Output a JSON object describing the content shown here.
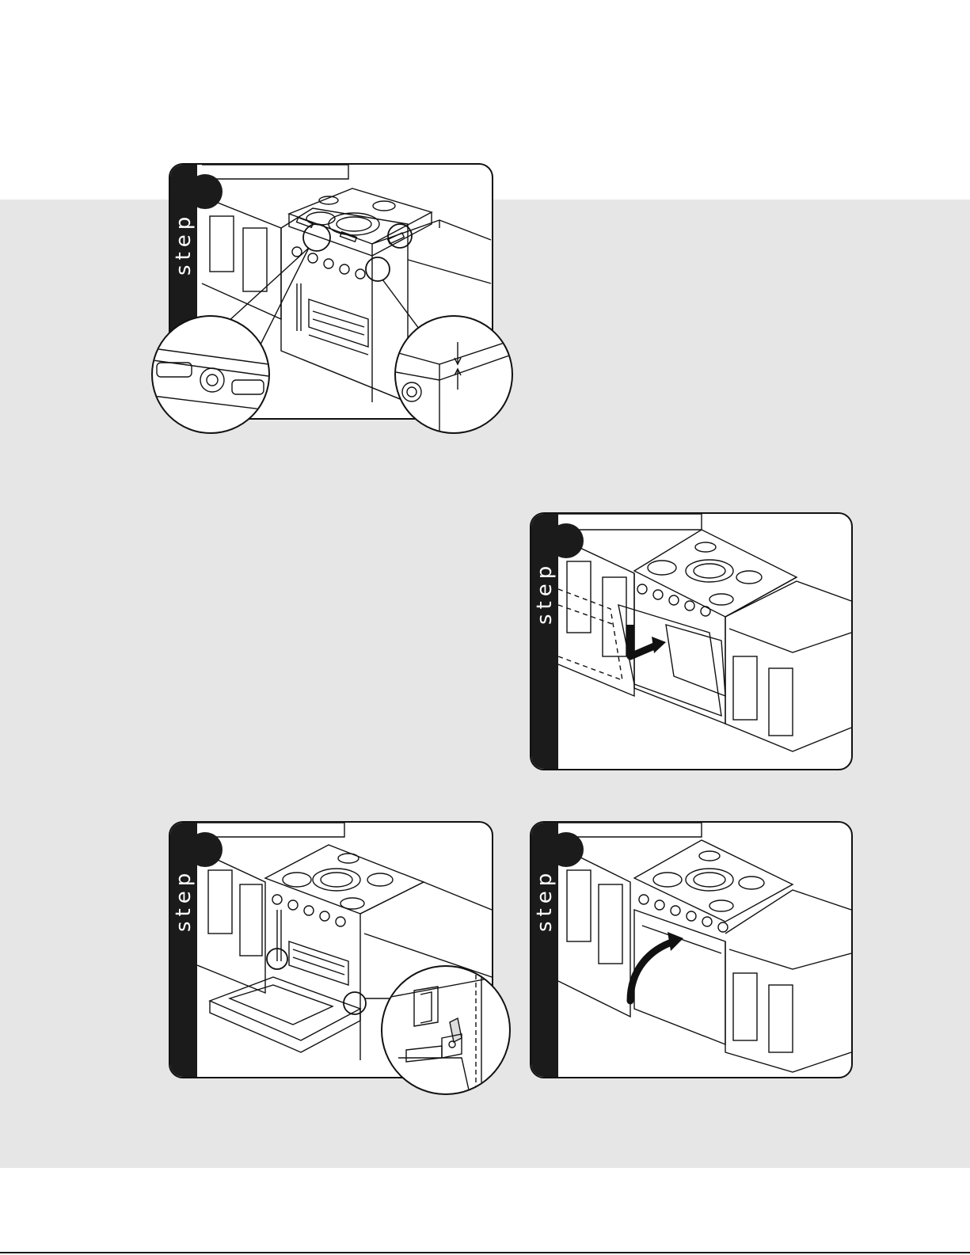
{
  "panels": [
    {
      "label": "step"
    },
    {
      "label": "step"
    },
    {
      "label": "step"
    },
    {
      "label": "step"
    }
  ],
  "colors": {
    "page_band": "#e6e6e7",
    "sidebar": "#1b1b1b",
    "line_art": "#111111"
  },
  "icons": {
    "arrow_down_turn": "arrow-icon",
    "arrow_curve_up": "arrow-icon"
  }
}
